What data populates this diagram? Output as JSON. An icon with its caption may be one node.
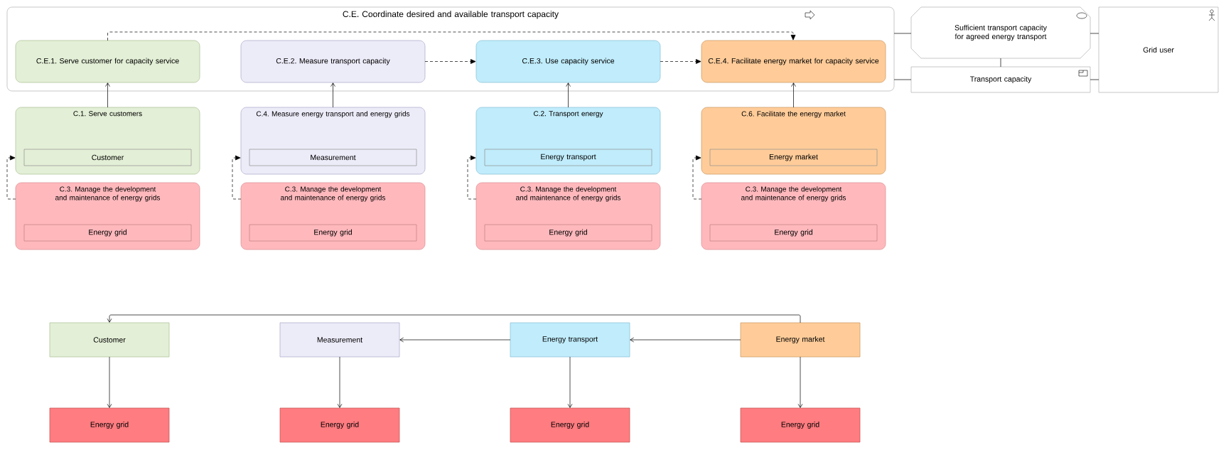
{
  "diagram": {
    "nodes": [
      {
        "text": [
          "C.E. Coordinate desired and available transport capacity"
        ]
      },
      {
        "text": [
          "C.E.1. Serve customer for capacity service"
        ],
        "in": 0
      },
      {
        "text": [
          "C.E.2. Measure transport capacity"
        ],
        "in": 0
      },
      {
        "text": [
          "C.E.3. Use capacity service"
        ],
        "in": 0
      },
      {
        "text": [
          "C.E.4. Facilitate energy market for capacity service"
        ],
        "in": 0
      },
      {
        "text": [
          "Sufficient transport capacity for agreed energy transport"
        ]
      },
      {
        "text": [
          "Grid user"
        ]
      },
      {
        "text": [
          "Transport capacity"
        ]
      },
      {
        "text": [
          "C.1. Serve customers"
        ]
      },
      {
        "text": [
          "Customer"
        ],
        "in": 8
      },
      {
        "text": [
          "C.4. Measure energy transport and energy grids"
        ]
      },
      {
        "text": [
          "Measurement"
        ],
        "in": 10
      },
      {
        "text": [
          "C.2. Transport energy"
        ]
      },
      {
        "text": [
          "Energy transport"
        ],
        "in": 12
      },
      {
        "text": [
          "C.6. Facilitate the energy market"
        ]
      },
      {
        "text": [
          "Energy market"
        ],
        "in": 14
      },
      {
        "text": [
          "C.3. Manage the development and maintenance of energy grids"
        ]
      },
      {
        "text": [
          "Energy grid"
        ],
        "in": 16
      },
      {
        "text": [
          "C.3. Manage the development and maintenance of energy grids"
        ]
      },
      {
        "text": [
          "Energy grid"
        ],
        "in": 18
      },
      {
        "text": [
          "C.3. Manage the development and maintenance of energy grids"
        ]
      },
      {
        "text": [
          "Energy grid"
        ],
        "in": 20
      },
      {
        "text": [
          "C.3. Manage the development and maintenance of energy grids"
        ]
      },
      {
        "text": [
          "Energy grid"
        ],
        "in": 22
      },
      {
        "text": [
          "Customer"
        ]
      },
      {
        "text": [
          "Measurement"
        ]
      },
      {
        "text": [
          "Energy transport"
        ]
      },
      {
        "text": [
          "Energy market"
        ]
      },
      {
        "text": [
          "Energy grid"
        ]
      },
      {
        "text": [
          "Energy grid"
        ]
      },
      {
        "text": [
          "Energy grid"
        ]
      },
      {
        "text": [
          "Energy grid"
        ]
      }
    ],
    "edges": [
      {
        "from": 1,
        "to": 4,
        "arrow": "to",
        "style": "dashed"
      },
      {
        "from": 2,
        "to": 3,
        "arrow": "to",
        "style": "dashed"
      },
      {
        "from": 3,
        "to": 4,
        "arrow": "to",
        "style": "dashed"
      },
      {
        "from": 8,
        "to": 1,
        "arrow": "to"
      },
      {
        "from": 10,
        "to": 2,
        "arrow": "to"
      },
      {
        "from": 12,
        "to": 3,
        "arrow": "to"
      },
      {
        "from": 14,
        "to": 4,
        "arrow": "to"
      },
      {
        "from": 16,
        "to": 8,
        "arrow": "to",
        "style": "dashed"
      },
      {
        "from": 18,
        "to": 10,
        "arrow": "to",
        "style": "dashed"
      },
      {
        "from": 20,
        "to": 12,
        "arrow": "to",
        "style": "dashed"
      },
      {
        "from": 22,
        "to": 14,
        "arrow": "to",
        "style": "dashed"
      },
      {
        "from": 0,
        "to": 5,
        "arrow": "none"
      },
      {
        "from": 0,
        "to": 7,
        "arrow": "none"
      },
      {
        "from": 5,
        "to": 7,
        "arrow": "none"
      },
      {
        "from": 5,
        "to": 6,
        "arrow": "none"
      },
      {
        "from": 7,
        "to": 6,
        "arrow": "none"
      },
      {
        "from": 27,
        "to": 24,
        "arrow": "to"
      },
      {
        "from": 27,
        "to": 26,
        "arrow": "to"
      },
      {
        "from": 26,
        "to": 25,
        "arrow": "to"
      },
      {
        "from": 24,
        "to": 28,
        "arrow": "to"
      },
      {
        "from": 25,
        "to": 29,
        "arrow": "to"
      },
      {
        "from": 26,
        "to": 30,
        "arrow": "to"
      },
      {
        "from": 27,
        "to": 31,
        "arrow": "to"
      }
    ]
  }
}
